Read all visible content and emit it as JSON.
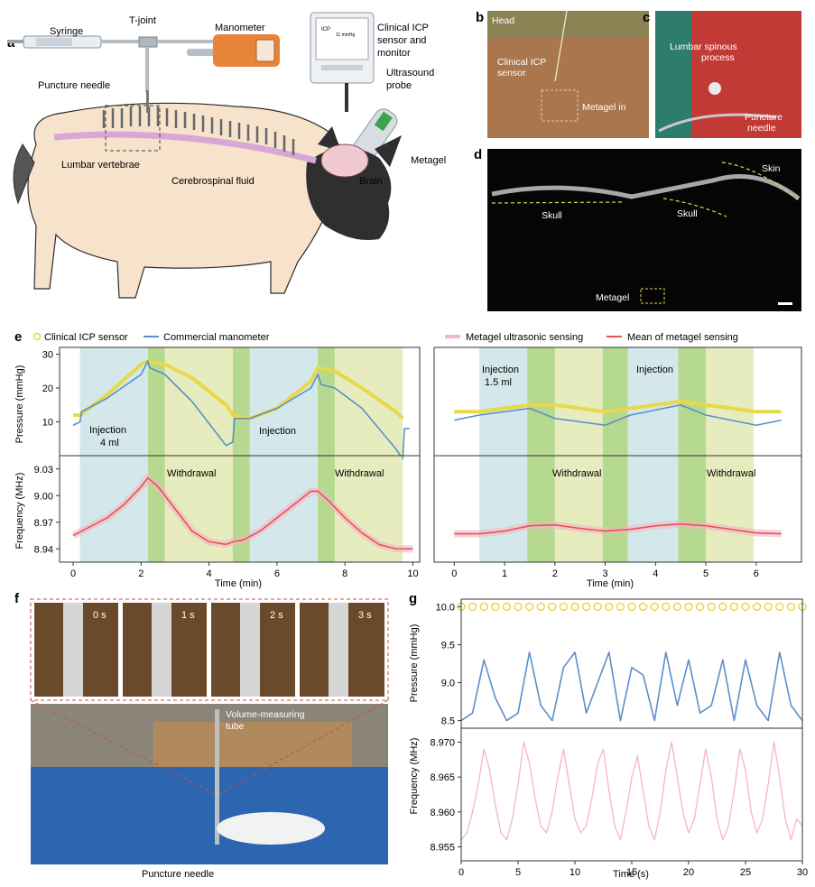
{
  "panels": {
    "a": {
      "letter": "a",
      "labels": {
        "syringe": "Syringe",
        "tjoint": "T-joint",
        "manometer": "Manometer",
        "icp_monitor_1": "Clinical ICP",
        "icp_monitor_2": "sensor and",
        "icp_monitor_3": "monitor",
        "ultrasound_1": "Ultrasound",
        "ultrasound_2": "probe",
        "puncture": "Puncture needle",
        "lumbar": "Lumbar vertebrae",
        "csf": "Cerebrospinal fluid",
        "metagel": "Metagel",
        "brain": "Brain",
        "screen_title": "ICP",
        "screen_value": "11 mmHg"
      }
    },
    "b": {
      "letter": "b",
      "labels": {
        "head": "Head",
        "icp_1": "Clinical ICP",
        "icp_2": "sensor",
        "metagel": "Metagel in"
      }
    },
    "c": {
      "letter": "c",
      "labels": {
        "spinous_1": "Lumbar spinous",
        "spinous_2": "process",
        "needle_1": "Puncture",
        "needle_2": "needle"
      }
    },
    "d": {
      "letter": "d",
      "labels": {
        "skin": "Skin",
        "skull_left": "Skull",
        "skull_right": "Skull",
        "metagel": "Metagel"
      }
    },
    "e": {
      "letter": "e",
      "legend": {
        "clinical": "Clinical ICP sensor",
        "manometer": "Commercial manometer",
        "metagel": "Metagel ultrasonic sensing",
        "mean": "Mean of metagel sensing"
      },
      "ylabel_top": "Pressure (mmHg)",
      "ylabel_bottom": "Frequency (MHz)",
      "xlabel_left": "Time (min)",
      "xlabel_right": "Time (min)",
      "annotations": {
        "inj_left_1": "Injection",
        "inj_left_2": "4 ml",
        "inj_left_second": "Injection",
        "wd_left_1": "Withdrawal",
        "wd_left_2": "Withdrawal",
        "inj_right_1": "Injection",
        "inj_right_2": "1.5 ml",
        "inj_right_second": "Injection",
        "wd_right_1": "Withdrawal",
        "wd_right_2": "Withdrawal"
      }
    },
    "f": {
      "letter": "f",
      "frames": [
        "0 s",
        "1 s",
        "2 s",
        "3 s"
      ],
      "labels": {
        "tube_1": "Volume-measuring",
        "tube_2": "tube",
        "needle": "Puncture needle"
      }
    },
    "g": {
      "letter": "g",
      "ylabel_top": "Pressure (mmHg)",
      "ylabel_bottom": "Frequency (MHz)",
      "xlabel": "Time (s)"
    }
  },
  "colors": {
    "clinical": "#e8d84a",
    "manometer": "#5b8fc9",
    "metagel": "#f4b6c2",
    "mean": "#e8505b",
    "injection_bg": "#c5e0e4",
    "hold_bg": "#9ccc6a",
    "withdrawal_bg": "#dfe6a8"
  },
  "chart_data": [
    {
      "id": "e-left",
      "type": "line",
      "xlabel": "Time (min)",
      "xlim": [
        -0.4,
        10.2
      ],
      "xticks": [
        0,
        2,
        4,
        6,
        8,
        10
      ],
      "top": {
        "ylabel": "Pressure (mmHg)",
        "ylim": [
          0,
          32
        ],
        "yticks": [
          10,
          20,
          30
        ],
        "series": [
          {
            "name": "Clinical ICP sensor",
            "x": [
              0,
              0.2,
              1,
              2,
              2.2,
              2.7,
              3.5,
              4.5,
              4.7,
              5.2,
              6,
              7,
              7.2,
              7.7,
              8.5,
              9.5,
              9.7
            ],
            "y": [
              12,
              12,
              18,
              27,
              28,
              27,
              23,
              15,
              12,
              11,
              14,
              22,
              26,
              25,
              20,
              13,
              11
            ]
          },
          {
            "name": "Commercial manometer",
            "x": [
              0,
              0.2,
              0.25,
              1,
              2,
              2.2,
              2.25,
              2.7,
              3.5,
              4.5,
              4.7,
              4.75,
              5.2,
              6,
              7,
              7.2,
              7.3,
              7.7,
              8.5,
              9.5,
              9.7,
              9.75,
              9.9
            ],
            "y": [
              9,
              10,
              13,
              17,
              24,
              28,
              26,
              24,
              16,
              3,
              4,
              11,
              11,
              14,
              20,
              24,
              21,
              20,
              14,
              2,
              -1,
              8,
              8
            ]
          }
        ]
      },
      "bottom": {
        "ylabel": "Frequency (MHz)",
        "ylim": [
          8.925,
          9.045
        ],
        "yticks": [
          8.94,
          8.97,
          9.0,
          9.03
        ],
        "series": [
          {
            "name": "Mean of metagel sensing",
            "x": [
              0,
              0.5,
              1,
              1.5,
              2,
              2.2,
              2.5,
              3,
              3.5,
              4,
              4.5,
              4.7,
              5,
              5.5,
              6,
              6.5,
              7,
              7.2,
              7.5,
              8,
              8.5,
              9,
              9.5,
              9.7,
              10
            ],
            "y": [
              8.955,
              8.965,
              8.975,
              8.99,
              9.01,
              9.02,
              9.01,
              8.985,
              8.96,
              8.948,
              8.945,
              8.948,
              8.95,
              8.96,
              8.975,
              8.99,
              9.005,
              9.005,
              8.995,
              8.975,
              8.958,
              8.945,
              8.94,
              8.94,
              8.94
            ]
          }
        ]
      },
      "phases": [
        {
          "phase": "injection",
          "start": 0.2,
          "end": 2.2
        },
        {
          "phase": "hold",
          "start": 2.2,
          "end": 2.7
        },
        {
          "phase": "withdrawal",
          "start": 2.7,
          "end": 4.7
        },
        {
          "phase": "hold",
          "start": 4.7,
          "end": 5.2
        },
        {
          "phase": "injection",
          "start": 5.2,
          "end": 7.2
        },
        {
          "phase": "hold",
          "start": 7.2,
          "end": 7.7
        },
        {
          "phase": "withdrawal",
          "start": 7.7,
          "end": 9.7
        }
      ]
    },
    {
      "id": "e-right",
      "type": "line",
      "xlabel": "Time (min)",
      "xlim": [
        -0.4,
        6.9
      ],
      "xticks": [
        0,
        1,
        2,
        3,
        4,
        5,
        6
      ],
      "top": {
        "ylim": [
          0,
          32
        ],
        "yticks": [
          10,
          20,
          30
        ],
        "series": [
          {
            "name": "Clinical ICP sensor",
            "x": [
              0,
              0.5,
              1.5,
              2,
              3,
              3.5,
              4.5,
              5,
              6,
              6.5
            ],
            "y": [
              13,
              13,
              15,
              15,
              13,
              14,
              16,
              15,
              13,
              13
            ]
          },
          {
            "name": "Commercial manometer",
            "x": [
              0,
              0.5,
              1.5,
              2,
              3,
              3.5,
              4.5,
              5,
              6,
              6.5
            ],
            "y": [
              10.5,
              12,
              14,
              11,
              9,
              12,
              15,
              12,
              9,
              10.5
            ]
          }
        ]
      },
      "bottom": {
        "ylim": [
          8.925,
          9.045
        ],
        "yticks": [
          8.94,
          8.97,
          9.0,
          9.03
        ],
        "series": [
          {
            "name": "Mean of metagel sensing",
            "x": [
              0,
              0.5,
              1,
              1.5,
              2,
              2.5,
              3,
              3.5,
              4,
              4.5,
              5,
              5.5,
              6,
              6.5
            ],
            "y": [
              8.957,
              8.957,
              8.96,
              8.966,
              8.967,
              8.963,
              8.96,
              8.962,
              8.966,
              8.968,
              8.966,
              8.962,
              8.958,
              8.957
            ]
          }
        ]
      },
      "phases": [
        {
          "phase": "injection",
          "start": 0.5,
          "end": 1.45
        },
        {
          "phase": "hold",
          "start": 1.45,
          "end": 2.0
        },
        {
          "phase": "withdrawal",
          "start": 2.0,
          "end": 2.95
        },
        {
          "phase": "hold",
          "start": 2.95,
          "end": 3.45
        },
        {
          "phase": "injection",
          "start": 3.45,
          "end": 4.45
        },
        {
          "phase": "hold",
          "start": 4.45,
          "end": 5.0
        },
        {
          "phase": "withdrawal",
          "start": 5.0,
          "end": 5.95
        }
      ]
    },
    {
      "id": "g",
      "type": "line",
      "xlabel": "Time (s)",
      "xlim": [
        0,
        30
      ],
      "xticks": [
        0,
        5,
        10,
        15,
        20,
        25,
        30
      ],
      "top": {
        "ylabel": "Pressure (mmHg)",
        "ylim": [
          8.4,
          10.1
        ],
        "yticks": [
          8.5,
          9.0,
          9.5,
          10.0
        ],
        "series": [
          {
            "name": "Clinical ICP sensor",
            "type": "scatter",
            "x": [
              0,
              1,
              2,
              3,
              4,
              5,
              6,
              7,
              8,
              9,
              10,
              11,
              12,
              13,
              14,
              15,
              16,
              17,
              18,
              19,
              20,
              21,
              22,
              23,
              24,
              25,
              26,
              27,
              28,
              29,
              30
            ],
            "y": [
              10,
              10,
              10,
              10,
              10,
              10,
              10,
              10,
              10,
              10,
              10,
              10,
              10,
              10,
              10,
              10,
              10,
              10,
              10,
              10,
              10,
              10,
              10,
              10,
              10,
              10,
              10,
              10,
              10,
              10,
              10
            ]
          },
          {
            "name": "Commercial manometer",
            "x": [
              0,
              1,
              2,
              3,
              4,
              5,
              6,
              7,
              8,
              9,
              10,
              11,
              12,
              13,
              14,
              15,
              16,
              17,
              18,
              19,
              20,
              21,
              22,
              23,
              24,
              25,
              26,
              27,
              28,
              29,
              30
            ],
            "y": [
              8.5,
              8.6,
              9.3,
              8.8,
              8.5,
              8.6,
              9.4,
              8.7,
              8.5,
              9.2,
              9.4,
              8.6,
              9.0,
              9.4,
              8.5,
              9.2,
              9.1,
              8.5,
              9.4,
              8.7,
              9.3,
              8.6,
              8.7,
              9.3,
              8.5,
              9.3,
              8.7,
              8.5,
              9.4,
              8.7,
              8.5
            ]
          }
        ]
      },
      "bottom": {
        "ylabel": "Frequency (MHz)",
        "ylim": [
          8.953,
          8.972
        ],
        "yticks": [
          8.955,
          8.96,
          8.965,
          8.97
        ],
        "series": [
          {
            "name": "Metagel ultrasonic sensing",
            "x": [
              0,
              0.5,
              1,
              1.5,
              2,
              2.5,
              3,
              3.5,
              4,
              4.5,
              5,
              5.5,
              6,
              6.5,
              7,
              7.5,
              8,
              8.5,
              9,
              9.5,
              10,
              10.5,
              11,
              11.5,
              12,
              12.5,
              13,
              13.5,
              14,
              14.5,
              15,
              15.5,
              16,
              16.5,
              17,
              17.5,
              18,
              18.5,
              19,
              19.5,
              20,
              20.5,
              21,
              21.5,
              22,
              22.5,
              23,
              23.5,
              24,
              24.5,
              25,
              25.5,
              26,
              26.5,
              27,
              27.5,
              28,
              28.5,
              29,
              29.5,
              30
            ],
            "y": [
              8.956,
              8.957,
              8.96,
              8.964,
              8.969,
              8.966,
              8.961,
              8.957,
              8.956,
              8.959,
              8.964,
              8.97,
              8.967,
              8.962,
              8.958,
              8.957,
              8.96,
              8.965,
              8.969,
              8.964,
              8.959,
              8.957,
              8.958,
              8.962,
              8.967,
              8.969,
              8.963,
              8.958,
              8.956,
              8.96,
              8.965,
              8.968,
              8.963,
              8.958,
              8.956,
              8.96,
              8.966,
              8.97,
              8.965,
              8.96,
              8.957,
              8.959,
              8.964,
              8.969,
              8.965,
              8.959,
              8.956,
              8.958,
              8.963,
              8.969,
              8.966,
              8.96,
              8.957,
              8.959,
              8.964,
              8.97,
              8.965,
              8.959,
              8.956,
              8.959,
              8.958
            ]
          }
        ]
      }
    }
  ]
}
